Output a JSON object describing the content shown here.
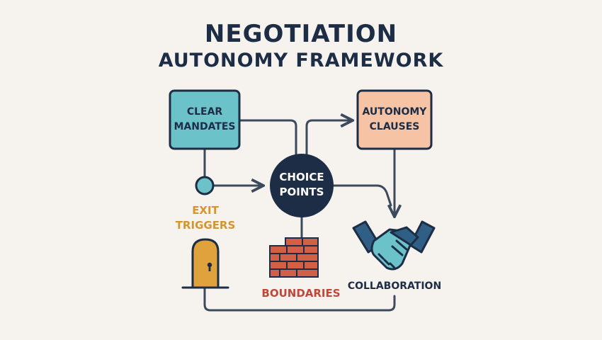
{
  "title": {
    "line1": "NEGOTIATION",
    "line2": "AUTONOMY FRAMEWORK"
  },
  "nodes": {
    "clear_mandates": "CLEAR\nMANDATES",
    "autonomy_clauses": "AUTONOMY\nCLAUSES",
    "choice_points": "CHOICE\nPOINTS",
    "exit_triggers": "EXIT\nTRIGGERS",
    "boundaries": "BOUNDARIES",
    "collaboration": "COLLABORATION"
  },
  "icons": {
    "exit": "door-keyhole-icon",
    "boundaries": "brick-wall-icon",
    "collaboration": "handshake-icon"
  },
  "colors": {
    "navy": "#1c2d45",
    "teal_box": "#6cc2c9",
    "peach_box": "#f6c3a5",
    "exit_text": "#d4962b",
    "boundaries_text": "#c0473a",
    "door": "#dfa23d",
    "brick": "#d45f47",
    "line": "#3c4a5c"
  }
}
